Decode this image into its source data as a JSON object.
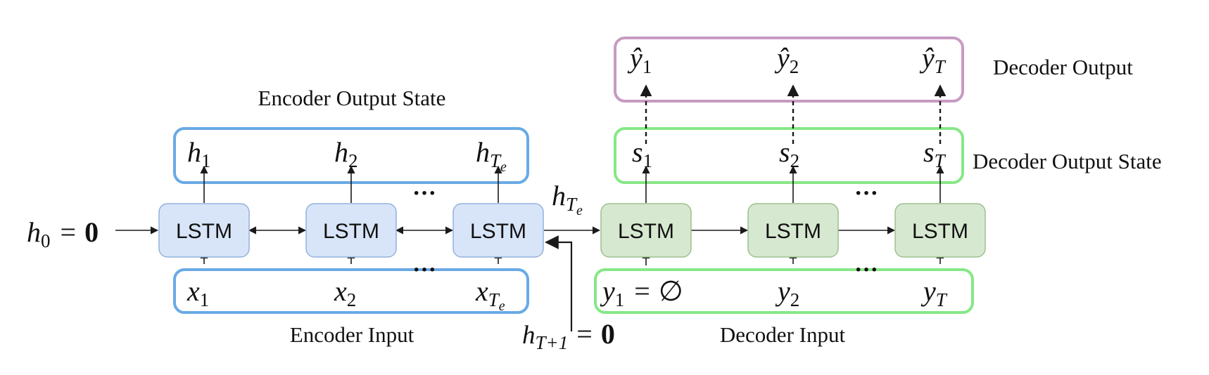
{
  "captions": {
    "encoder_output_state": "Encoder Output State",
    "encoder_input": "Encoder Input",
    "decoder_output": "Decoder Output",
    "decoder_output_state": "Decoder Output State",
    "decoder_input": "Decoder Input"
  },
  "cell_label": "LSTM",
  "ellipsis": "···",
  "initial_state": {
    "symbol": "h",
    "sub": "0",
    "eq": "=",
    "value": "0"
  },
  "final_state": {
    "symbol": "h",
    "sub": "T+1",
    "eq": "=",
    "value": "0"
  },
  "handoff_state": {
    "symbol": "h",
    "sub": "T",
    "subsub": "e"
  },
  "encoder_states": [
    {
      "symbol": "h",
      "sub": "1",
      "subsub": ""
    },
    {
      "symbol": "h",
      "sub": "2",
      "subsub": ""
    },
    {
      "symbol": "h",
      "sub": "T",
      "subsub": "e"
    }
  ],
  "encoder_inputs": [
    {
      "symbol": "x",
      "sub": "1",
      "subsub": ""
    },
    {
      "symbol": "x",
      "sub": "2",
      "subsub": ""
    },
    {
      "symbol": "x",
      "sub": "T",
      "subsub": "e"
    }
  ],
  "decoder_states": [
    {
      "symbol": "s",
      "sub": "1"
    },
    {
      "symbol": "s",
      "sub": "2"
    },
    {
      "symbol": "s",
      "sub": "T"
    }
  ],
  "decoder_outputs": [
    {
      "symbol": "ŷ",
      "sub": "1"
    },
    {
      "symbol": "ŷ",
      "sub": "2"
    },
    {
      "symbol": "ŷ",
      "sub": "T"
    }
  ],
  "decoder_inputs": [
    {
      "symbol": "y",
      "sub": "1",
      "eq": "=",
      "value": "∅"
    },
    {
      "symbol": "y",
      "sub": "2",
      "eq": "",
      "value": ""
    },
    {
      "symbol": "y",
      "sub": "T",
      "eq": "",
      "value": ""
    }
  ],
  "colors": {
    "encoder_group": "#6aaae6",
    "decoder_group": "#86e886",
    "output_group": "#c79bc2",
    "encoder_cell_fill": "#d8e5f8",
    "encoder_cell_stroke": "#93b2dd",
    "decoder_cell_fill": "#d7e8d0",
    "decoder_cell_stroke": "#9cc090",
    "arrow": "#1a1a1a"
  }
}
